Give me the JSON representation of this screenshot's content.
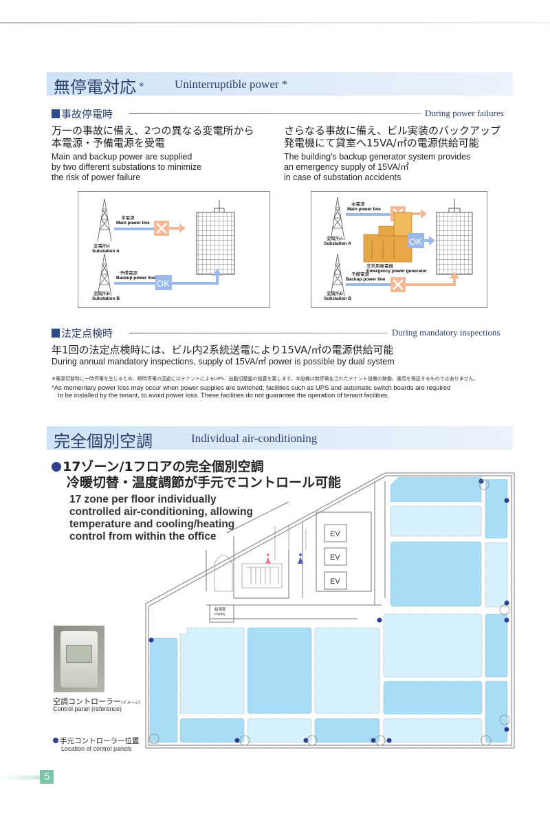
{
  "section1": {
    "title_jp": "無停電対応",
    "title_mark": "※",
    "title_en": "Uninterruptible power *",
    "power_failure": {
      "heading_jp": "事故停電時",
      "heading_en": "During power failures",
      "left": {
        "jp_line1": "万一の事故に備え、2つの異なる変電所から",
        "jp_line2": "本電源・予備電源を受電",
        "en_line1": "Main and backup power are supplied",
        "en_line2": "by two different substations to minimize",
        "en_line3": "the risk of power failure"
      },
      "right": {
        "jp_line1": "さらなる事故に備え、ビル実装のバックアップ",
        "jp_line2": "発電機にて貸室へ15VA/㎡の電源供給可能",
        "en_line1": "The building's backup generator system provides",
        "en_line2": "an emergency supply of 15VA/㎡",
        "en_line3": "in case of substation accidents"
      },
      "diagram": {
        "main_line_jp": "本電源",
        "main_line_en": "Main power line",
        "backup_line_jp": "予備電源",
        "backup_line_en": "Backup power line",
        "substation_a_jp": "変電所A",
        "substation_a_en": "Substation A",
        "substation_b_jp": "変電所B",
        "substation_b_en": "Substation B",
        "ok": "OK",
        "generator_jp": "非常用発電機",
        "generator_en": "Emergency power generator"
      }
    },
    "inspection": {
      "heading_jp": "法定点検時",
      "heading_en": "During mandatory inspections",
      "jp": "年1回の法定点検時には、ビル内2系統送電により15VA/㎡の電源供給可能",
      "en": "During annual mandatory inspections, supply of 15VA/㎡ power is possible by dual system"
    },
    "note_jp": "※電源切替時に一時停電を生じるため、瞬時停電の回避にはテナントによるUPS、自動切替盤の設置を要します。本設備は無停電化されたテナント設備の稼働、運用を保証するものではありません。",
    "note_en_line1": "*As momentary power loss may occur when power supplies are switched; facilities such as UPS and automatic switch boards are required",
    "note_en_line2": "to be installed by the tenant, to avoid  power loss. These facilities do not guarantee the operation of tenant facilities."
  },
  "section2": {
    "title_jp": "完全個別空調",
    "title_en": "Individual air-conditioning",
    "headline_jp1": "17ゾーン/1フロアの完全個別空調",
    "headline_jp2": "冷暖切替・温度調節が手元でコントロール可能",
    "en_line1": "17 zone per floor individually",
    "en_line2": "controlled air-conditioning, allowing",
    "en_line3": "temperature and cooling/heating",
    "en_line4": "control from within the office",
    "controller_jp": "空調コントローラー",
    "controller_jp_note": "(イメージ)",
    "controller_en": "Control panel (reference)",
    "legend_jp": "手元コントローラー位置",
    "legend_en": "Location of control panels",
    "plan": {
      "ev": "EV",
      "pantry_jp": "給湯室",
      "pantry_en": "Pantry"
    }
  },
  "page_number": "5",
  "colors": {
    "zone_dark": "#a9dcf5",
    "zone_light": "#d6f1fb",
    "dot": "#2f3f8f",
    "ok": "#9ab8e8",
    "x": "#f5b894",
    "accent": "#2a3f6a"
  }
}
